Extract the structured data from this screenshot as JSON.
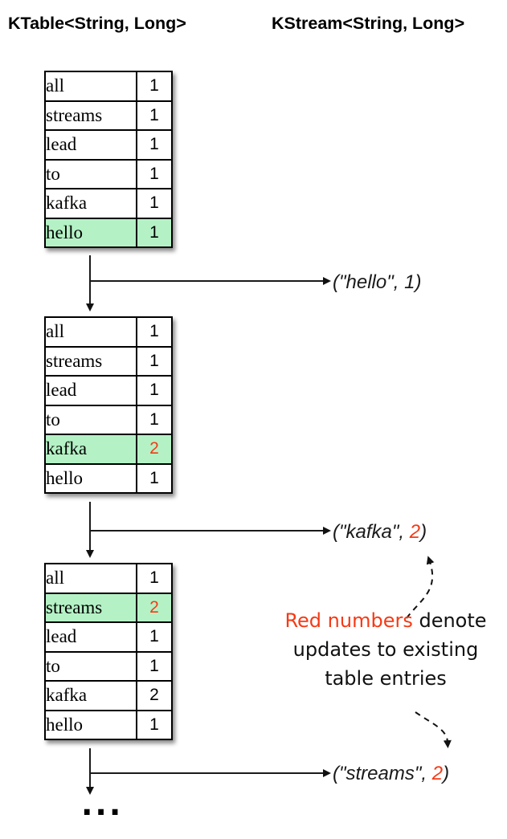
{
  "headers": {
    "ktable": "KTable<String, Long>",
    "kstream": "KStream<String, Long>"
  },
  "colors": {
    "highlight_green": "#b4f2c5",
    "update_red": "#f53a16",
    "line": "#1a1a1a"
  },
  "tables": [
    {
      "name": "ktable-state-1",
      "rows": [
        {
          "key": "all",
          "value": "1",
          "highlight": false,
          "value_red": false
        },
        {
          "key": "streams",
          "value": "1",
          "highlight": false,
          "value_red": false
        },
        {
          "key": "lead",
          "value": "1",
          "highlight": false,
          "value_red": false
        },
        {
          "key": "to",
          "value": "1",
          "highlight": false,
          "value_red": false
        },
        {
          "key": "kafka",
          "value": "1",
          "highlight": false,
          "value_red": false
        },
        {
          "key": "hello",
          "value": "1",
          "highlight": true,
          "value_red": false
        }
      ]
    },
    {
      "name": "ktable-state-2",
      "rows": [
        {
          "key": "all",
          "value": "1",
          "highlight": false,
          "value_red": false
        },
        {
          "key": "streams",
          "value": "1",
          "highlight": false,
          "value_red": false
        },
        {
          "key": "lead",
          "value": "1",
          "highlight": false,
          "value_red": false
        },
        {
          "key": "to",
          "value": "1",
          "highlight": false,
          "value_red": false
        },
        {
          "key": "kafka",
          "value": "2",
          "highlight": true,
          "value_red": true
        },
        {
          "key": "hello",
          "value": "1",
          "highlight": false,
          "value_red": false
        }
      ]
    },
    {
      "name": "ktable-state-3",
      "rows": [
        {
          "key": "all",
          "value": "1",
          "highlight": false,
          "value_red": false
        },
        {
          "key": "streams",
          "value": "2",
          "highlight": true,
          "value_red": true
        },
        {
          "key": "lead",
          "value": "1",
          "highlight": false,
          "value_red": false
        },
        {
          "key": "to",
          "value": "1",
          "highlight": false,
          "value_red": false
        },
        {
          "key": "kafka",
          "value": "2",
          "highlight": false,
          "value_red": false
        },
        {
          "key": "hello",
          "value": "1",
          "highlight": false,
          "value_red": false
        }
      ]
    }
  ],
  "outputs": [
    {
      "before": "(\"hello\", ",
      "value": "1",
      "after": ")",
      "red": false
    },
    {
      "before": "(\"kafka\", ",
      "value": "2",
      "after": ")",
      "red": true
    },
    {
      "before": "(\"streams\", ",
      "value": "2",
      "after": ")",
      "red": true
    }
  ],
  "annotation": {
    "red_text": "Red numbers",
    "line1_rest": " denote",
    "line2": "updates to existing",
    "line3": "table entries"
  },
  "ellipsis": "..."
}
